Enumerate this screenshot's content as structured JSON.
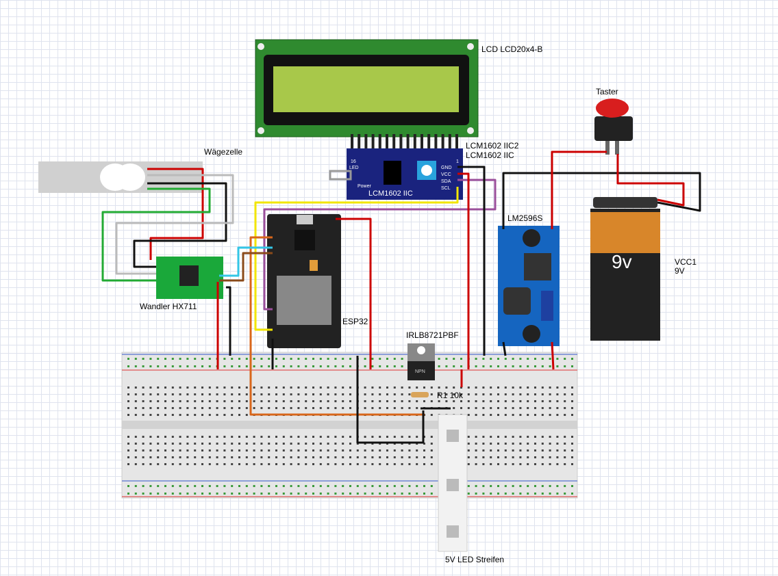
{
  "labels": {
    "lcd": "LCD LCD20x4-B",
    "button": "Taster",
    "load_cell": "Wägezelle",
    "i2c_1": "LCM1602 IIC2",
    "i2c_2": "LCM1602 IIC",
    "buck": "LM2596S",
    "battery_name": "VCC1",
    "battery_voltage": "9V",
    "hx711": "Wandler HX711",
    "esp32": "ESP32",
    "mosfet": "IRLB8721PBF",
    "resistor": "R1 10k",
    "led_strip": "5V LED Streifen"
  },
  "i2c_module": {
    "title": "LCM1602 IIC",
    "pin16": "16",
    "pin1": "1",
    "led": "LED",
    "power": "Power",
    "pins": [
      "GND",
      "VCC",
      "SDA",
      "SCL"
    ]
  },
  "battery_text": "9v",
  "mosfet_text": "NPN",
  "colors": {
    "wire_red": "#cc0000",
    "wire_black": "#111111",
    "wire_yellow": "#f2e500",
    "wire_purple": "#9b4f9b",
    "wire_green": "#22aa33",
    "wire_orange": "#d8661a",
    "wire_cyan": "#33c6e6",
    "wire_brown": "#8a4a1a",
    "pcb_blue": "#1a3a8a",
    "lcd_green": "#2f8a2f",
    "lcd_screen": "#a8c84a"
  }
}
